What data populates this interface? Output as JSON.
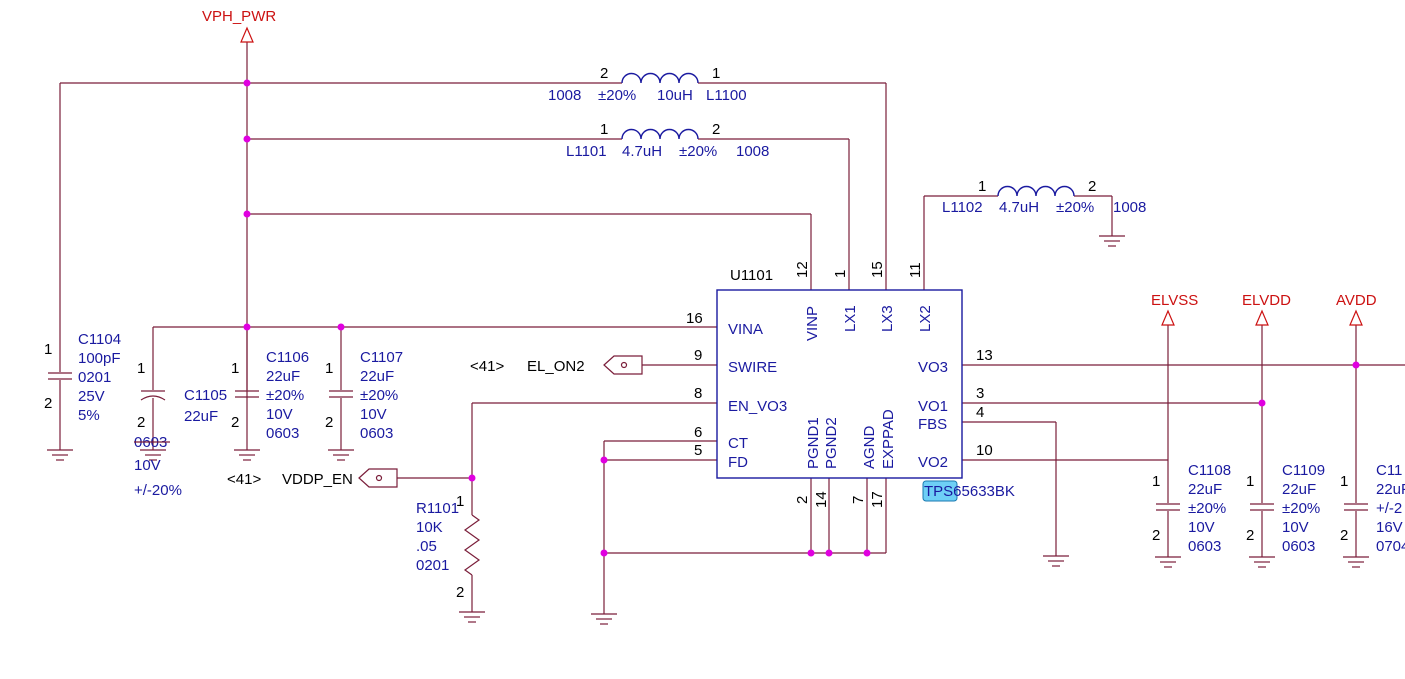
{
  "power": {
    "vph": "VPH_PWR",
    "elvss": "ELVSS",
    "elvdd": "ELVDD",
    "avdd": "AVDD"
  },
  "l1100": {
    "ref": "L1100",
    "val": "10uH",
    "tol": "±20%",
    "size": "1008",
    "p1": "1",
    "p2": "2"
  },
  "l1101": {
    "ref": "L1101",
    "val": "4.7uH",
    "tol": "±20%",
    "size": "1008",
    "p1": "1",
    "p2": "2"
  },
  "l1102": {
    "ref": "L1102",
    "val": "4.7uH",
    "tol": "±20%",
    "size": "1008",
    "p1": "1",
    "p2": "2"
  },
  "c1104": {
    "ref": "C1104",
    "val": "100pF",
    "size": "0201",
    "volt": "25V",
    "tol": "5%",
    "p1": "1",
    "p2": "2"
  },
  "c1105": {
    "ref": "C1105",
    "val": "22uF",
    "size": "0603",
    "volt": "10V",
    "tol": "+/-20%",
    "p1": "1",
    "p2": "2"
  },
  "c1106": {
    "ref": "C1106",
    "val": "22uF",
    "tol": "±20%",
    "volt": "10V",
    "size": "0603",
    "p1": "1",
    "p2": "2"
  },
  "c1107": {
    "ref": "C1107",
    "val": "22uF",
    "tol": "±20%",
    "volt": "10V",
    "size": "0603",
    "p1": "1",
    "p2": "2"
  },
  "c1108": {
    "ref": "C1108",
    "val": "22uF",
    "tol": "±20%",
    "volt": "10V",
    "size": "0603",
    "p1": "1",
    "p2": "2"
  },
  "c1109": {
    "ref": "C1109",
    "val": "22uF",
    "tol": "±20%",
    "volt": "10V",
    "size": "0603",
    "p1": "1",
    "p2": "2"
  },
  "c11x": {
    "ref": "C11",
    "val": "22uF",
    "tol": "+/-2",
    "volt": "16V",
    "size": "0704",
    "p1": "1",
    "p2": "2"
  },
  "r1101": {
    "ref": "R1101",
    "val": "10K",
    "tol": ".05",
    "size": "0201",
    "p1": "1",
    "p2": "2"
  },
  "u1101": {
    "ref": "U1101",
    "part": "TPS65633BK",
    "pins_left": [
      {
        "num": "16",
        "name": "VINA"
      },
      {
        "num": "9",
        "name": "SWIRE"
      },
      {
        "num": "8",
        "name": "EN_VO3"
      },
      {
        "num": "6",
        "name": "CT"
      },
      {
        "num": "5",
        "name": "FD"
      }
    ],
    "pins_top": [
      {
        "num": "12",
        "name": "VINP"
      },
      {
        "num": "1",
        "name": "LX1"
      },
      {
        "num": "15",
        "name": "LX3"
      },
      {
        "num": "11",
        "name": "LX2"
      }
    ],
    "pins_right": [
      {
        "num": "13",
        "name": "VO3"
      },
      {
        "num": "3",
        "name": "VO1"
      },
      {
        "num": "4",
        "name": "FBS"
      },
      {
        "num": "10",
        "name": "VO2"
      }
    ],
    "pins_bottom": [
      {
        "num": "2",
        "name": "PGND1"
      },
      {
        "num": "14",
        "name": "PGND2"
      },
      {
        "num": "7",
        "name": "AGND"
      },
      {
        "num": "17",
        "name": "EXPPAD"
      }
    ]
  },
  "nets": {
    "el_on2": {
      "label": "EL_ON2",
      "page": "<41>"
    },
    "vddp_en": {
      "label": "VDDP_EN",
      "page": "<41>"
    }
  }
}
